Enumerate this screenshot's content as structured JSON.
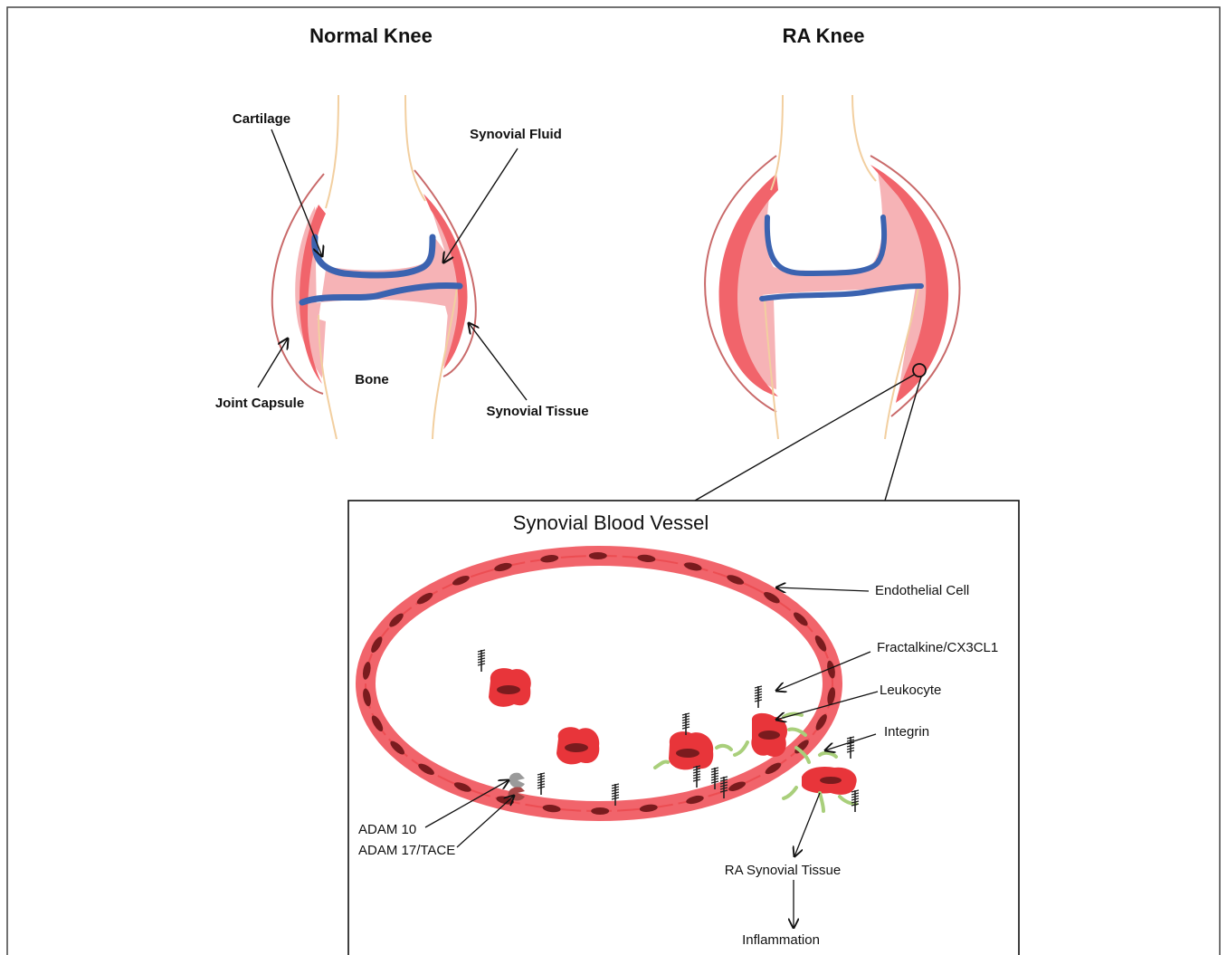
{
  "normal_knee": {
    "title": "Normal Knee",
    "labels": {
      "cartilage": "Cartilage",
      "synovial_fluid": "Synovial Fluid",
      "joint_capsule": "Joint Capsule",
      "bone": "Bone",
      "synovial_tissue": "Synovial Tissue"
    }
  },
  "ra_knee": {
    "title": "RA Knee"
  },
  "vessel": {
    "title": "Synovial Blood Vessel",
    "labels": {
      "endothelial_cell": "Endothelial Cell",
      "fractalkine": "Fractalkine/CX3CL1",
      "leukocyte": "Leukocyte",
      "integrin": "Integrin",
      "adam10": "ADAM 10",
      "adam17": "ADAM 17/TACE",
      "ra_synovial_tissue": "RA Synovial Tissue",
      "inflammation": "Inflammation"
    }
  },
  "colors": {
    "synovium": "#f1646b",
    "fluid": "#f6b3b6",
    "cartilage": "#3b63b0",
    "bone_outline": "#f2cfa0",
    "capsule": "#c96a6a",
    "leukocyte": "#e8353a",
    "nucleus": "#7a1b1e",
    "integrin": "#a9cf7b"
  }
}
